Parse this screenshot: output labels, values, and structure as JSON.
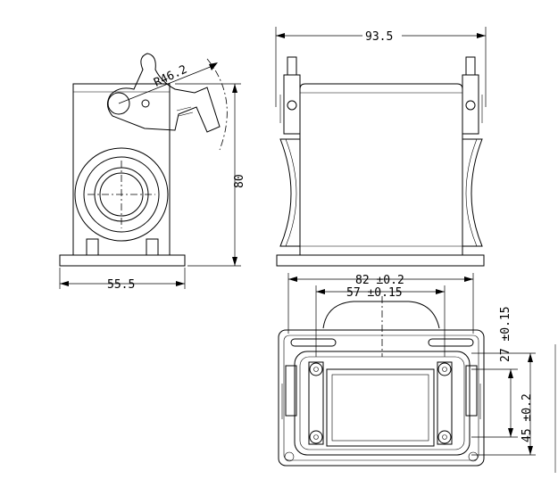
{
  "dimensions": {
    "top_width": "93.5",
    "height": "80",
    "base_width": "55.5",
    "radius": "R46.2",
    "width_82": "82 ±0.2",
    "width_57": "57 ±0.15",
    "depth_27": "27 ±0.15",
    "depth_45": "45 ±0.2"
  }
}
